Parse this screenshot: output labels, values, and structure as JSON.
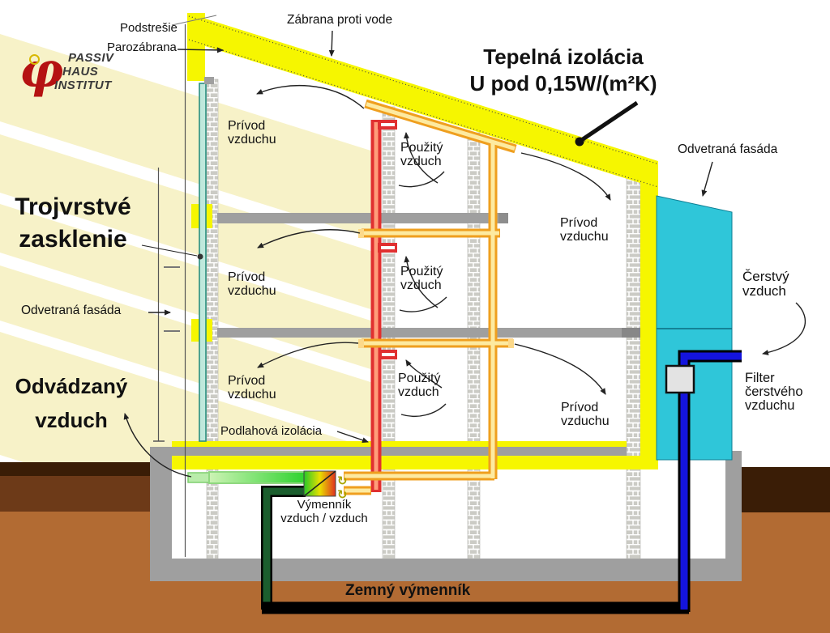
{
  "colors": {
    "insulation_yellow": "#f6f600",
    "sun_ray": "#f7f2c8",
    "fresh_air_panel": "#2fc6d9",
    "ground_top": "#3a1d06",
    "ground_mid": "#6d3a18",
    "ground_deep": "#b26b33",
    "concrete": "#9f9f9f",
    "supply_duct_orange": "#ef9f1f",
    "used_air_red": "#e03030",
    "exhaust_dark_green": "#1b5e2e",
    "fresh_pipe_blue": "#1414dd",
    "window_teal": "#2a8f80"
  },
  "logo": {
    "symbol": "φ",
    "line1": "PASSIV",
    "line2": "HAUS",
    "line3": "INSTITUT"
  },
  "labels": {
    "podstresie": "Podstrešie",
    "parozabrana": "Parozábrana",
    "zabrana_proti_vode": "Zábrana proti vode",
    "tepelna_izolacia": "Tepelná izolácia\nU pod 0,15W/(m²K)",
    "odvetrana_fasada_right": "Odvetraná fasáda",
    "odvetrana_fasada_left": "Odvetraná fasáda",
    "trojvrstve_zasklenie": "Trojvrstvé\nzasklenie",
    "odvadzany_vzduch": "Odvádzaný\nvzduch",
    "privod_vzduchu": "Prívod\nvzduchu",
    "pouzity_vzduch": "Použitý\nvzduch",
    "cerstvy_vzduch": "Čerstvý\nvzduch",
    "filter_cerstveho": "Filter\nčerstvého\nvzduchu",
    "podlahova_izolacia": "Podlahová izolácia",
    "vymennik": "Výmenník\nvzduch / vzduch",
    "zemny_vymennik": "Zemný výmenník"
  }
}
